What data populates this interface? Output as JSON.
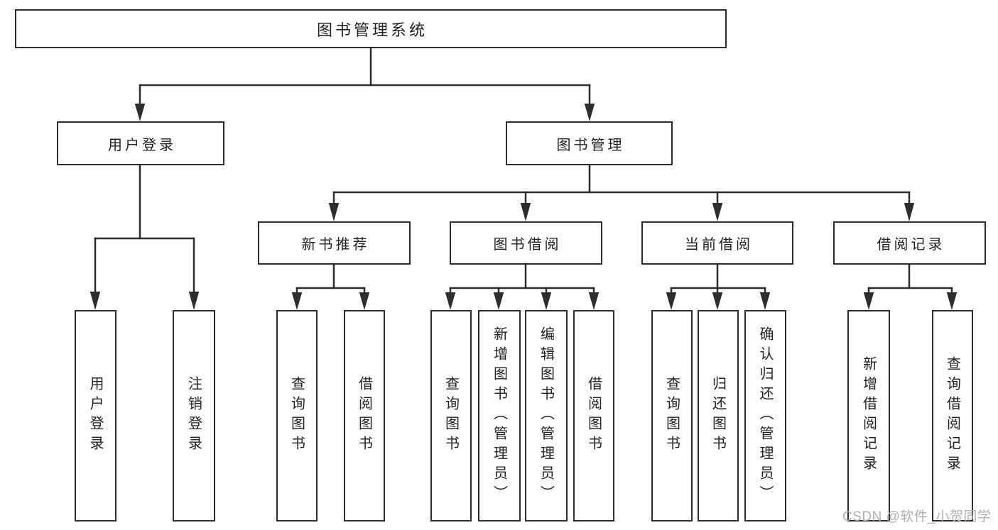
{
  "colors": {
    "line": "#2d2d2d",
    "text": "#222222",
    "box_background": "#ffffff",
    "page_background": "#ffffff",
    "watermark": "#b0b0b0"
  },
  "diagram": {
    "type": "tree",
    "root": {
      "id": "library-management-system",
      "label": "图书管理系统"
    },
    "level2": [
      {
        "id": "user-login",
        "label": "用户登录",
        "parent": "library-management-system"
      },
      {
        "id": "book-management",
        "label": "图书管理",
        "parent": "library-management-system"
      }
    ],
    "level3": [
      {
        "id": "new-book-recommend",
        "label": "新书推荐",
        "parent": "book-management"
      },
      {
        "id": "book-borrow",
        "label": "图书借阅",
        "parent": "book-management"
      },
      {
        "id": "current-borrow",
        "label": "当前借阅",
        "parent": "book-management"
      },
      {
        "id": "borrow-records",
        "label": "借阅记录",
        "parent": "book-management"
      }
    ],
    "leaves": [
      {
        "id": "user-login-leaf",
        "label": "用户登录",
        "parent": "user-login"
      },
      {
        "id": "logout",
        "label": "注销登录",
        "parent": "user-login"
      },
      {
        "id": "query-books-recommend",
        "label": "查询图书",
        "parent": "new-book-recommend"
      },
      {
        "id": "borrow-books-recommend",
        "label": "借阅图书",
        "parent": "new-book-recommend"
      },
      {
        "id": "query-books-borrow",
        "label": "查询图书",
        "parent": "book-borrow"
      },
      {
        "id": "add-book-admin",
        "label": "新增图书（管理员）",
        "parent": "book-borrow"
      },
      {
        "id": "edit-book-admin",
        "label": "编辑图书（管理员）",
        "parent": "book-borrow"
      },
      {
        "id": "borrow-books-borrow",
        "label": "借阅图书",
        "parent": "book-borrow"
      },
      {
        "id": "query-books-current",
        "label": "查询图书",
        "parent": "current-borrow"
      },
      {
        "id": "return-book",
        "label": "归还图书",
        "parent": "current-borrow"
      },
      {
        "id": "confirm-return-admin",
        "label": "确认归还（管理员）",
        "parent": "current-borrow"
      },
      {
        "id": "add-borrow-record",
        "label": "新增借阅记录",
        "parent": "borrow-records"
      },
      {
        "id": "query-borrow-record",
        "label": "查询借阅记录",
        "parent": "borrow-records"
      }
    ]
  },
  "watermark": {
    "text": "CSDN @软件_小贺同学"
  }
}
